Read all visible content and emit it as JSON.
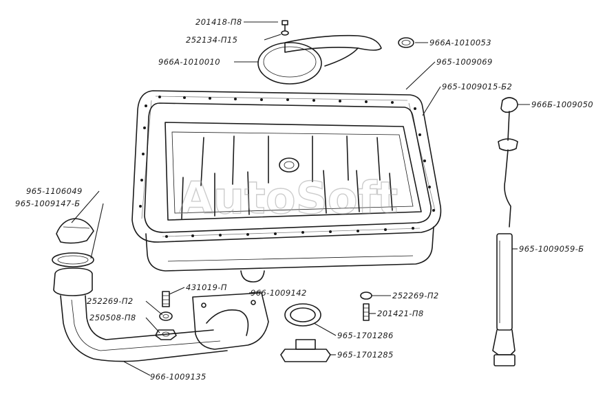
{
  "watermark": "AutoSoft",
  "labels": {
    "bolt_top": "201418-П8",
    "washer_top": "252134-П15",
    "cover": "966А-1010010",
    "ring_right": "966А-1010053",
    "gasket": "965-1009069",
    "pan": "965-1009015-Б2",
    "dipstick_top": "966Б-1009050",
    "cap": "965-1106049",
    "neck_ring": "965-1009147-Б",
    "dipstick_tube": "965-1009059-Б",
    "stud": "431019-П",
    "bracket": "966-1009142",
    "washer_left": "252269-П2",
    "nut_left": "250508-П8",
    "washer_right": "252269-П2",
    "bolt_right": "201421-П8",
    "gasket_ring": "965-1701286",
    "drain_plug": "965-1701285",
    "filler_tube": "966-1009135"
  }
}
